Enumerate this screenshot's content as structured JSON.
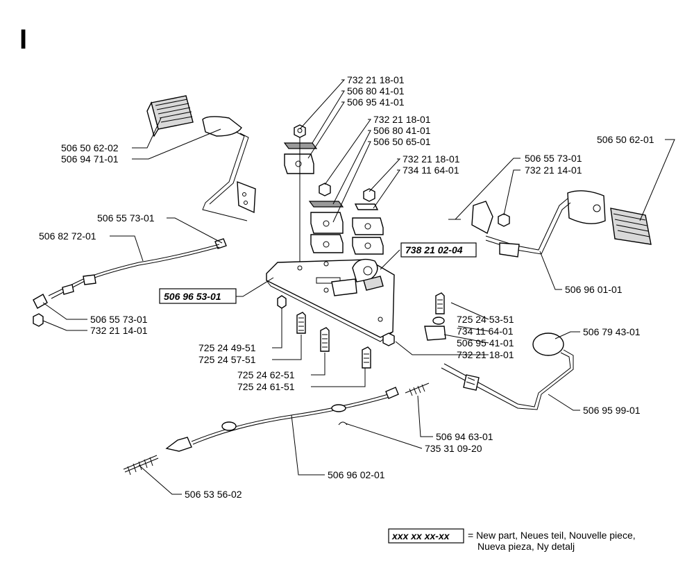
{
  "section_letter": "I",
  "labels": {
    "pedal_pad_left": "506 50 62-02",
    "pedal_arm_left": "506 94 71-01",
    "nut_top_1": "732 21 18-01",
    "plate_top_1": "506 80 41-01",
    "block_top_1": "506 95 41-01",
    "nut_top_2": "732 21 18-01",
    "plate_top_2": "506 80 41-01",
    "block_top_2": "506 50 65-01",
    "nut_top_3": "732 21 18-01",
    "bolt_top_3": "734 11 64-01",
    "pedal_pad_right": "506 50 62-01",
    "ball_joint_right": "506 55 73-01",
    "nut_right": "732 21 14-01",
    "ball_joint_top_left": "506 55 73-01",
    "cable_left": "506 82 72-01",
    "new_part_center": "738 21 02-04",
    "new_part_plate": "506 96 53-01",
    "pedal_arm_right": "506 96 01-01",
    "ball_joint_bottom_left": "506 55 73-01",
    "nut_bottom_left": "732 21 14-01",
    "screw_r1": "725 24 53-51",
    "bolt_r2": "734 11 64-01",
    "block_r3": "506 95 41-01",
    "nut_r4": "732 21 18-01",
    "knob": "506 79 43-01",
    "screw_a": "725 24 49-51",
    "screw_b": "725 24 57-51",
    "screw_c": "725 24 62-51",
    "screw_d": "725 24 61-51",
    "rod": "506 95 99-01",
    "spring_top": "506 94 63-01",
    "clip": "735 31 09-20",
    "cable_bottom": "506 96 02-01",
    "spring_bottom": "506 53 56-02"
  },
  "legend": {
    "sample": "xxx xx xx-xx",
    "line1": "= New part, Neues teil, Nouvelle piece,",
    "line2": "Nueva pieza, Ny detalj"
  }
}
